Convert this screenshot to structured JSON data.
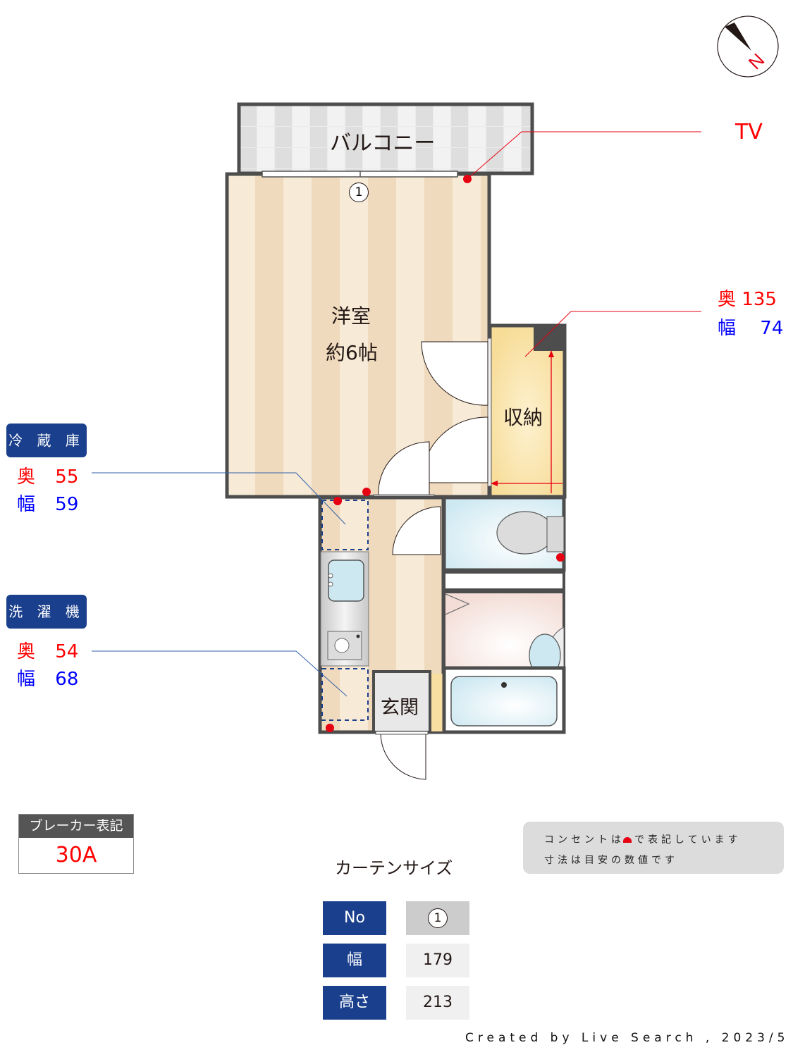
{
  "compass": {
    "label": "N",
    "label_color": "#e60012"
  },
  "rooms": {
    "balcony": {
      "label": "バルコニー"
    },
    "western_room": {
      "name": "洋室",
      "size": "約6帖"
    },
    "storage": {
      "label": "収納"
    },
    "entrance": {
      "label": "玄関"
    }
  },
  "window_marker": {
    "number": "1"
  },
  "callouts": {
    "tv": {
      "label": "TV",
      "color": "#ff0000"
    },
    "storage_dims": {
      "depth_label": "奥",
      "depth_value": "135",
      "width_label": "幅",
      "width_value": "74"
    },
    "refrigerator": {
      "title": "冷 蔵 庫",
      "depth_label": "奥",
      "depth_value": "55",
      "width_label": "幅",
      "width_value": "59"
    },
    "washing_machine": {
      "title": "洗 濯 機",
      "depth_label": "奥",
      "depth_value": "54",
      "width_label": "幅",
      "width_value": "68"
    }
  },
  "breaker": {
    "header": "ブレーカー表記",
    "value": "30A"
  },
  "note": {
    "line1_pre": "コンセントは",
    "line1_post": "で表記しています",
    "line2": "寸法は目安の数値です"
  },
  "curtain": {
    "title": "カーテンサイズ",
    "rows": [
      {
        "header": "No",
        "value": "1"
      },
      {
        "header": "幅",
        "value": "179"
      },
      {
        "header": "高さ",
        "value": "213"
      }
    ]
  },
  "footer": {
    "credit": "Created by Live Search , 2023/5"
  },
  "colors": {
    "wall": "#4d4d4d",
    "floor_light": "#f7ead6",
    "floor_dark": "#f0dabd",
    "storage_fill": "#f8dea0",
    "bath_fill": "#d4ecf4",
    "outlet": "#e60012",
    "badge_blue": "#1a3f8c",
    "depth_red": "#ff0000",
    "width_blue": "#0000ff"
  }
}
